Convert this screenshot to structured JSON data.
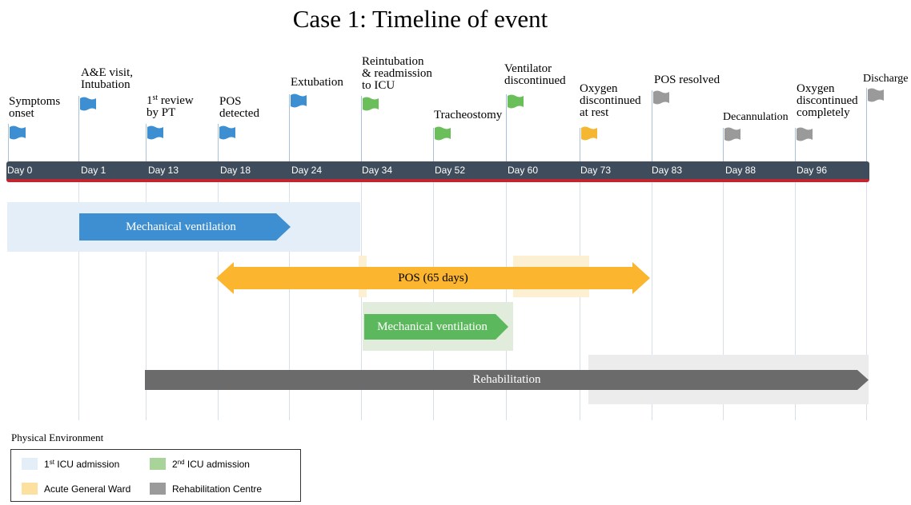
{
  "title": "Case 1: Timeline of event",
  "ticks": [
    "Day 0",
    "Day 1",
    "Day 13",
    "Day 18",
    "Day 24",
    "Day 34",
    "Day 52",
    "Day 60",
    "Day 73",
    "Day 83",
    "Day 88",
    "Day 96"
  ],
  "events": {
    "e0": "Symptoms\nonset",
    "e1": "A&E visit,\nIntubation",
    "e2_sup": "st",
    "e2_pre": "1",
    "e2_rest": " review\nby PT",
    "e3": "POS\ndetected",
    "e4": "Extubation",
    "e5": "Reintubation\n& readmission\nto ICU",
    "e6": "Tracheostomy",
    "e7": "Ventilator\ndiscontinued",
    "e8": "Oxygen\ndiscontinued\nat rest",
    "e9": "POS resolved",
    "e10": "Decannulation",
    "e11": "Oxygen\ndiscontinued\ncompletely",
    "e12": "Discharge"
  },
  "bars": {
    "mv1": "Mechanical ventilation",
    "pos": "POS (65 days)",
    "mv2": "Mechanical ventilation",
    "rehab": "Rehabilitation"
  },
  "legend": {
    "title": "Physical Environment",
    "icu1_pre": "1",
    "icu1_sup": "st",
    "icu1_rest": " ICU admission",
    "icu2_pre": "2",
    "icu2_sup": "nd",
    "icu2_rest": " ICU admission",
    "ward": "Acute General Ward",
    "rehab": "Rehabilitation Centre"
  },
  "colors": {
    "axis": "#3f4c5c",
    "axis_underline": "#c0262f",
    "flag_blue": "#3e8fd1",
    "flag_green": "#6abf5a",
    "flag_yellow": "#f5b731",
    "flag_gray": "#9a9a9a",
    "icu1": "#e3eef8",
    "icu2": "#a8d49a",
    "ward": "#fbe0a0",
    "rehab_centre": "#9b9b9b"
  }
}
